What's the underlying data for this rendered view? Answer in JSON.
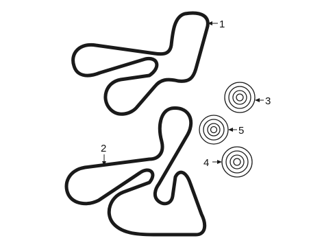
{
  "diagram": {
    "callouts": {
      "c1": "1",
      "c2": "2",
      "c3": "3",
      "c4": "4",
      "c5": "5"
    },
    "parts": [
      {
        "callout": "1",
        "kind": "belt"
      },
      {
        "callout": "2",
        "kind": "belt"
      },
      {
        "callout": "3",
        "kind": "pulley"
      },
      {
        "callout": "4",
        "kind": "pulley"
      },
      {
        "callout": "5",
        "kind": "pulley"
      }
    ]
  }
}
